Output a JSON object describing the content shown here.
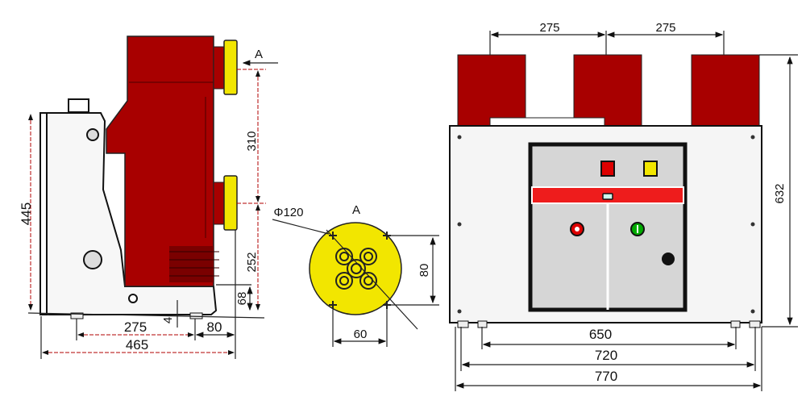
{
  "side_view": {
    "section_label": "A",
    "dims": {
      "height_total": "445",
      "terminal_spacing": "310",
      "lower_terminal_height": "252",
      "base_height": "68",
      "gap": "4",
      "wheel_spacing": "275",
      "rear_offset": "80",
      "depth_total": "465"
    }
  },
  "terminal_view": {
    "title": "A",
    "diameter": "Φ120",
    "dims": {
      "bolt_vertical": "80",
      "bolt_horizontal": "60"
    }
  },
  "front_view": {
    "dims": {
      "phase_spacing_1": "275",
      "phase_spacing_2": "275",
      "height_total": "632",
      "width_inner": "650",
      "width_mid": "720",
      "width_total": "770"
    }
  },
  "colors": {
    "insulator_red": "#a80000",
    "terminal_yellow": "#f2e600",
    "band_red": "#ee1c1c",
    "panel_gray": "#d6d6d6"
  }
}
